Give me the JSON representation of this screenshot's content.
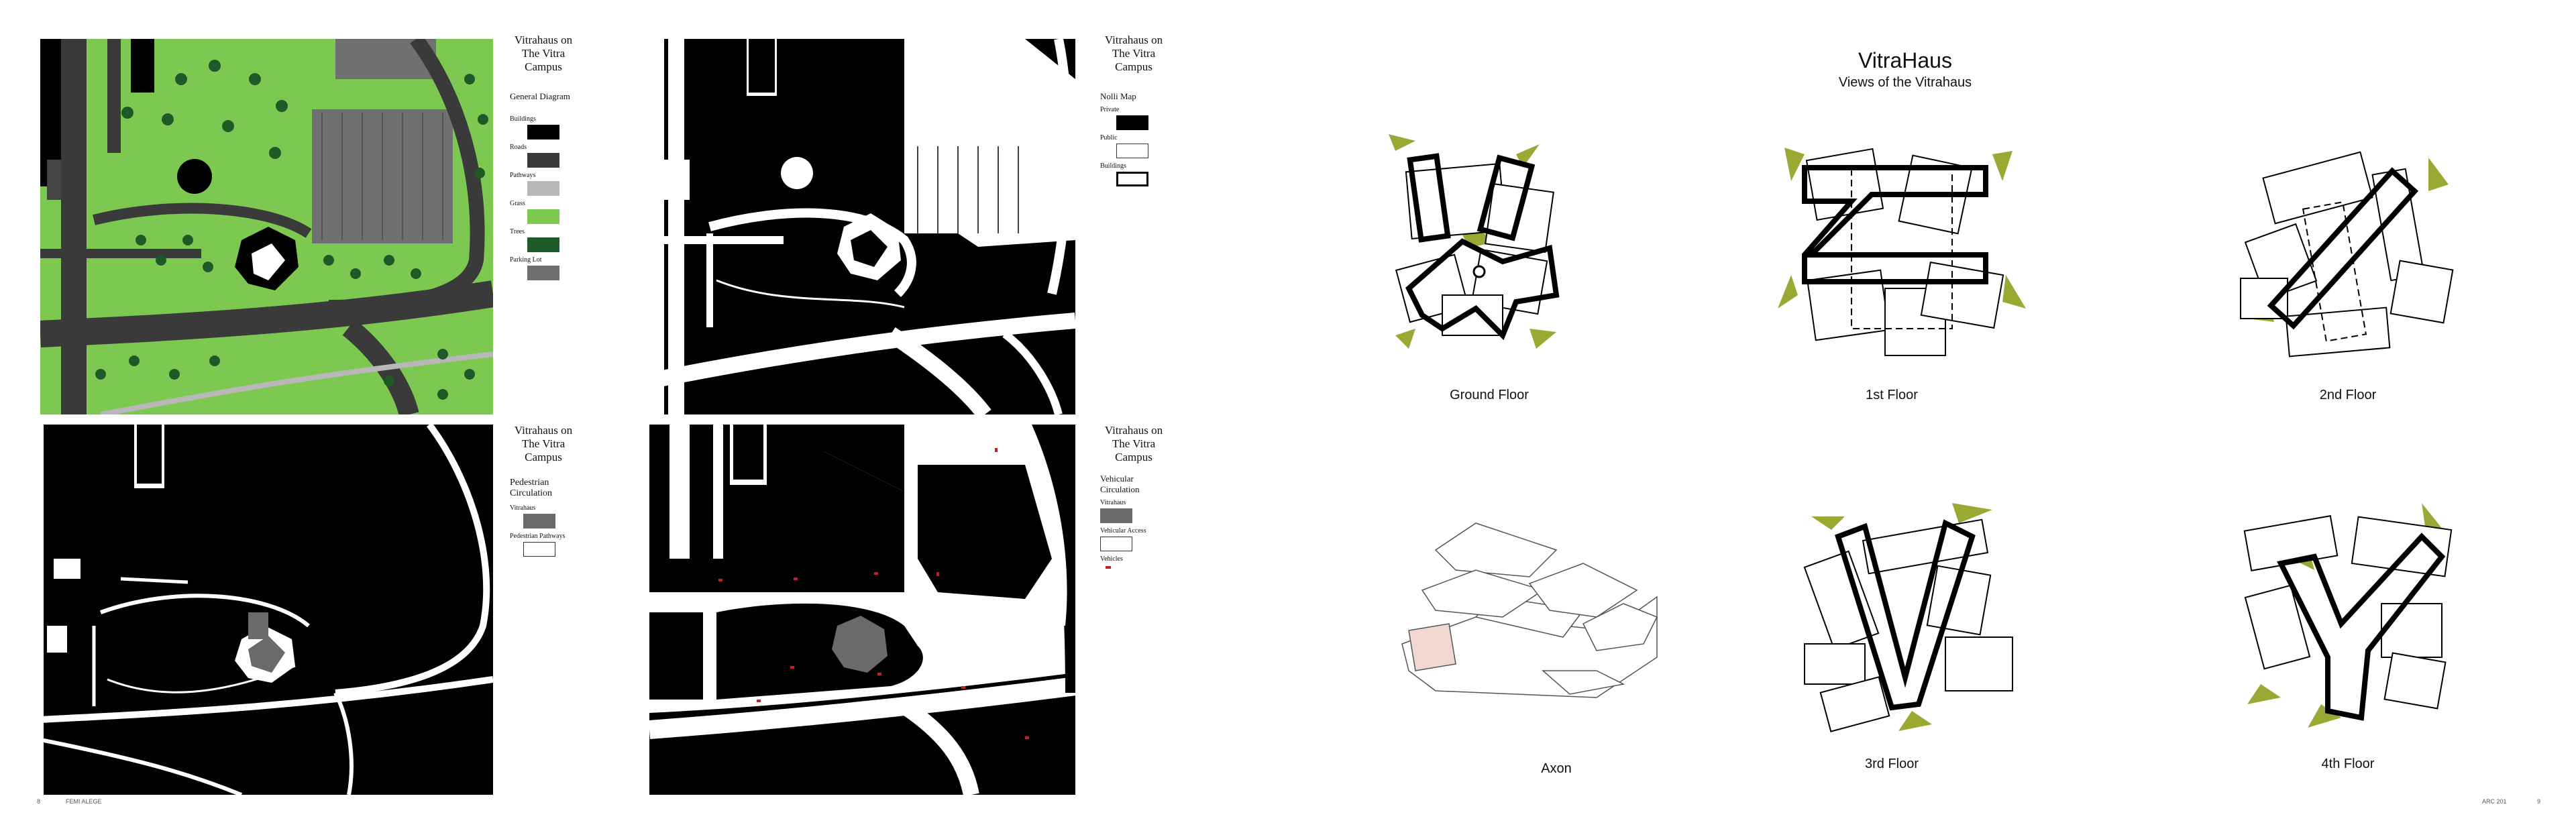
{
  "left_page": {
    "maps": [
      {
        "title": "Vitrahaus on The Vitra Campus",
        "subtitle": "General Diagram",
        "legend": [
          {
            "label": "Buildings",
            "color": "#000000"
          },
          {
            "label": "Roads",
            "color": "#3a3a3a"
          },
          {
            "label": "Pathways",
            "color": "#b8b8b8"
          },
          {
            "label": "Grass",
            "color": "#7cc850"
          },
          {
            "label": "Trees",
            "color": "#1e5a28"
          },
          {
            "label": "Parking Lot",
            "color": "#707070"
          }
        ]
      },
      {
        "title": "Vitrahaus on The Vitra Campus",
        "subtitle": "Nolli Map",
        "legend": [
          {
            "label": "Private",
            "color": "#000000"
          },
          {
            "label": "Public",
            "color": "#ffffff"
          },
          {
            "label": "Buildings",
            "color": "#ffffff"
          }
        ]
      },
      {
        "title": "Vitrahaus on The Vitra Campus",
        "subtitle": "Pedestrian Circulation",
        "legend": [
          {
            "label": "Vitrahaus",
            "color": "#6a6a6a"
          },
          {
            "label": "Pedestrian Pathways",
            "color": "#ffffff"
          }
        ]
      },
      {
        "title": "Vitrahaus on The Vitra Campus",
        "subtitle": "Vehicular Circulation",
        "legend": [
          {
            "label": "Vitrahaus",
            "color": "#6a6a6a"
          },
          {
            "label": "Vehicular Access",
            "color": "#ffffff"
          },
          {
            "label": "Vehicles",
            "color": "#c0202c"
          }
        ]
      }
    ],
    "footer": {
      "page_number": "8",
      "author": "FEMI ALEGE"
    }
  },
  "right_page": {
    "title": "VitraHaus",
    "subtitle": "Views of the Vitrahaus",
    "captions": [
      "Ground Floor",
      "1st Floor",
      "2nd Floor",
      "Axon",
      "3rd Floor",
      "4th Floor"
    ],
    "accent_color": "#8a9a10",
    "footer": {
      "course": "ARC 201",
      "page_number": "9"
    }
  }
}
